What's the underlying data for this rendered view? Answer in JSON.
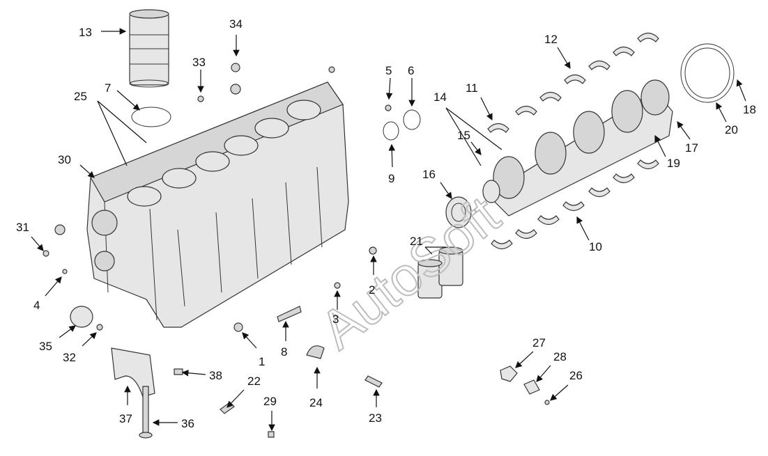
{
  "watermark": "AutoSoft",
  "callouts": [
    {
      "num": "1"
    },
    {
      "num": "2"
    },
    {
      "num": "3"
    },
    {
      "num": "4"
    },
    {
      "num": "5"
    },
    {
      "num": "6"
    },
    {
      "num": "7"
    },
    {
      "num": "8"
    },
    {
      "num": "9"
    },
    {
      "num": "10"
    },
    {
      "num": "11"
    },
    {
      "num": "12"
    },
    {
      "num": "13"
    },
    {
      "num": "14"
    },
    {
      "num": "15"
    },
    {
      "num": "16"
    },
    {
      "num": "17"
    },
    {
      "num": "18"
    },
    {
      "num": "19"
    },
    {
      "num": "20"
    },
    {
      "num": "21"
    },
    {
      "num": "22"
    },
    {
      "num": "23"
    },
    {
      "num": "24"
    },
    {
      "num": "25"
    },
    {
      "num": "26"
    },
    {
      "num": "27"
    },
    {
      "num": "28"
    },
    {
      "num": "29"
    },
    {
      "num": "30"
    },
    {
      "num": "31"
    },
    {
      "num": "32"
    },
    {
      "num": "33"
    },
    {
      "num": "34"
    },
    {
      "num": "35"
    },
    {
      "num": "36"
    },
    {
      "num": "37"
    },
    {
      "num": "38"
    }
  ]
}
